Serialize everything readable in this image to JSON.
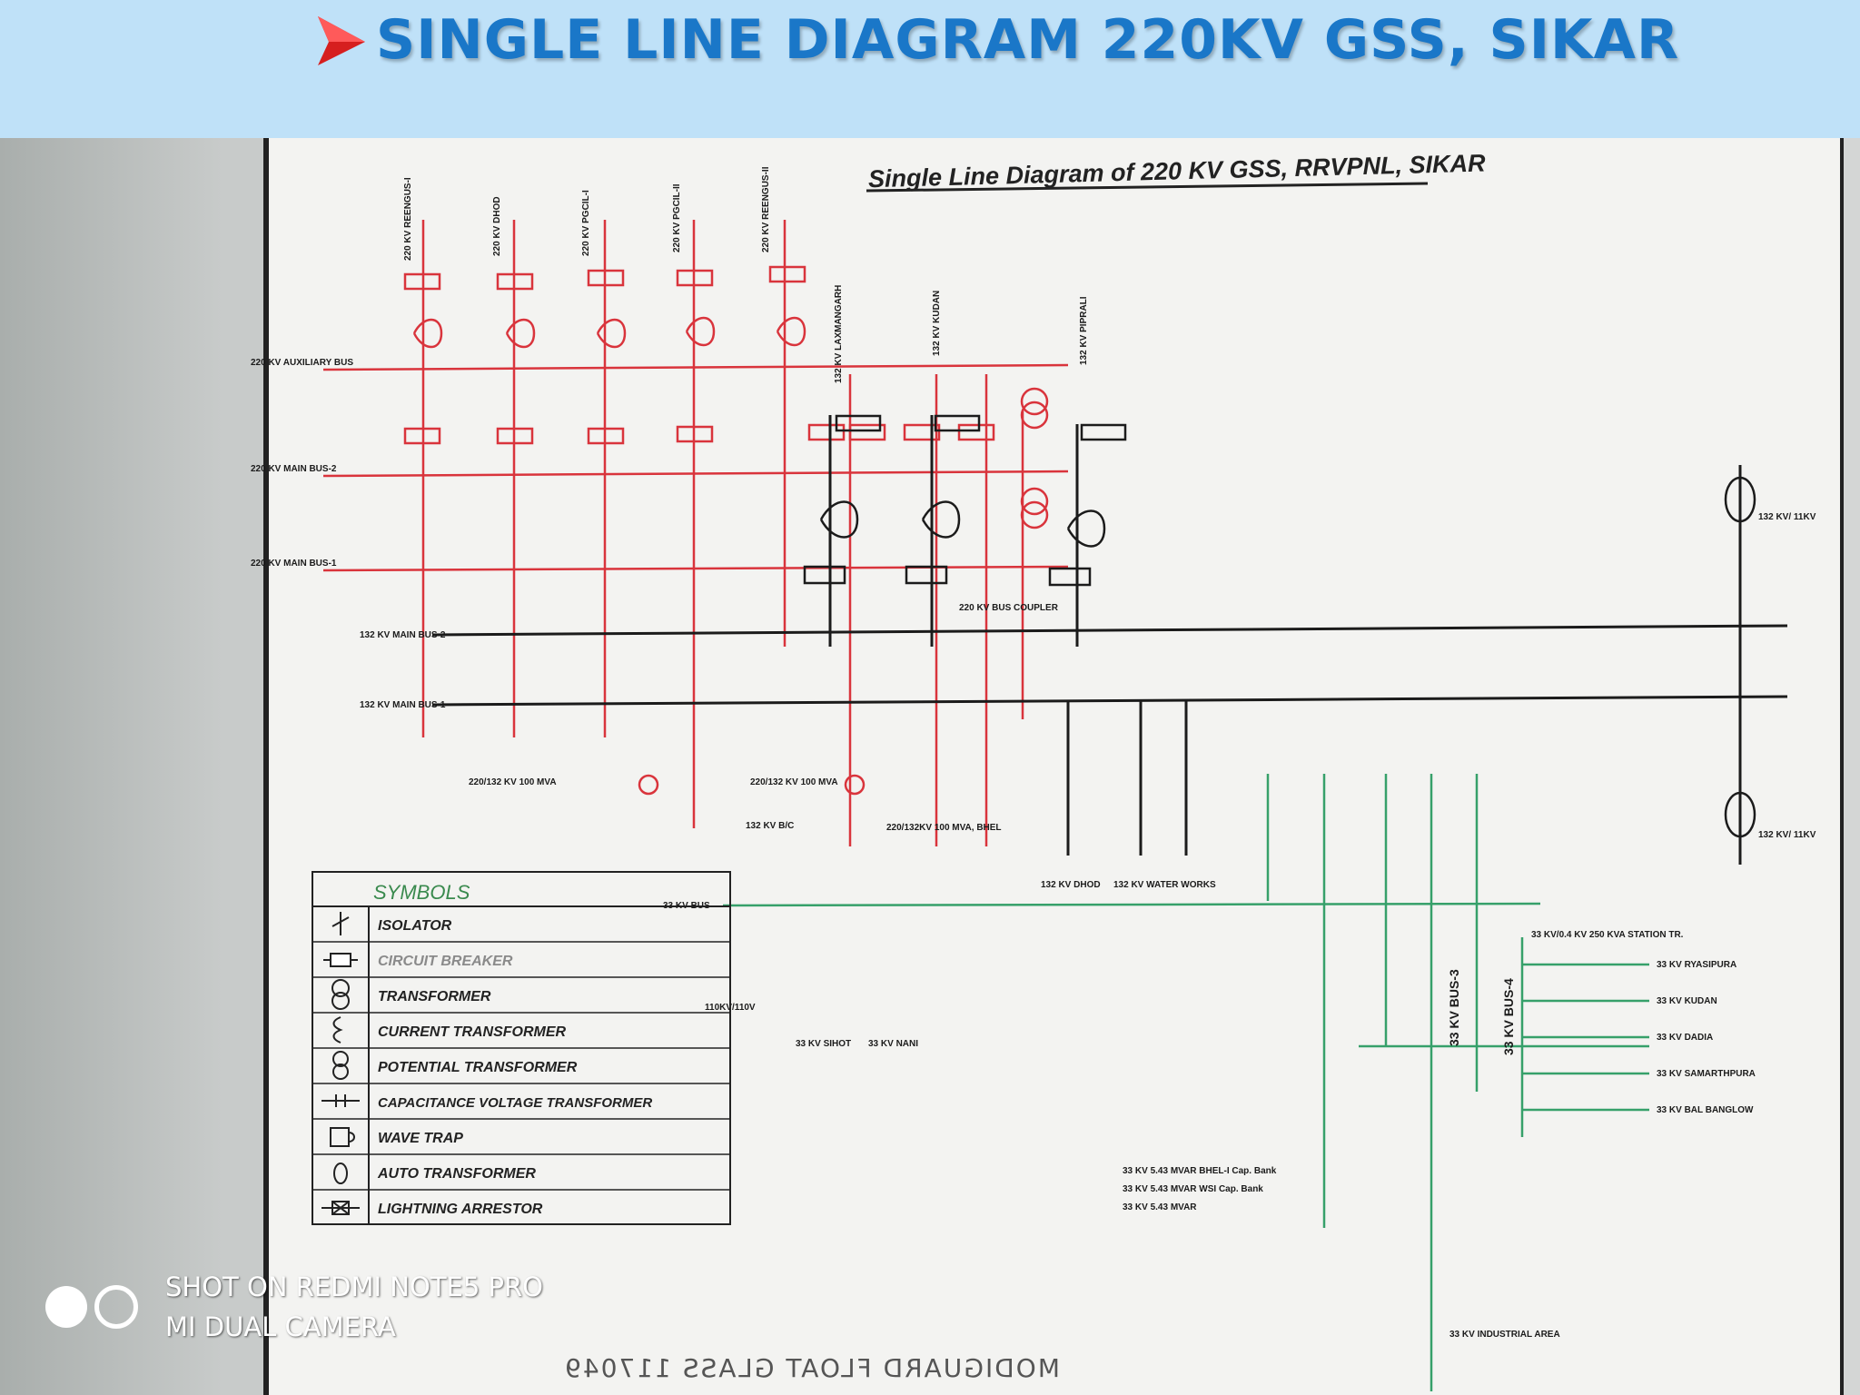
{
  "header": {
    "title": "SINGLE LINE DIAGRAM 220KV GSS, SIKAR",
    "title_color": "#1a77c8",
    "arrow_color": "#d61f1f",
    "background": "#bfe1f8"
  },
  "diagram": {
    "title": "Single Line Diagram of 220 KV GSS, RRVPNL, SIKAR",
    "feeders_220kv": [
      "220 KV REENGUS-I",
      "220 KV DHOD",
      "220 KV PGCIL-I",
      "220 KV PGCIL-II",
      "220 KV REENGUS-II"
    ],
    "feeders_132kv": [
      "132 KV LAXMANGARH",
      "132 KV KUDAN",
      "132 KV PIPRALI"
    ],
    "bus_labels": {
      "aux_bus": "220 KV AUXILIARY BUS",
      "main_bus_2": "220 KV MAIN BUS-2",
      "main_bus_1": "220 KV MAIN BUS-1",
      "bus_132_2": "132 KV MAIN BUS-2",
      "bus_132_1": "132 KV MAIN BUS-1",
      "bus_33": "33 KV BUS",
      "bus_33_3": "33 KV BUS-3",
      "bus_33_4": "33 KV BUS-4"
    },
    "bus_coupler": "220 KV BUS COUPLER",
    "outgoing_132": [
      "132 KV DHOD",
      "132 KV WATER WORKS",
      "132 KV B/C"
    ],
    "outgoing_33": [
      "33 KV SIHOT",
      "33 KV NANI"
    ],
    "transformer_labels": [
      "220/132 KV 100 MVA",
      "220/132 KV 100 MVA",
      "220/132KV 100 MVA, BHEL"
    ],
    "station_tr": "33 KV/0.4 KV 250 KVA STATION TR.",
    "cap_banks": [
      "33 KV 5.43 MVAR BHEL-I Cap. Bank",
      "33 KV 5.43 MVAR WSI Cap. Bank",
      "33 KV 5.43 MVAR"
    ],
    "right_feeders": [
      "33 KV RYASIPURA",
      "33 KV KUDAN",
      "33 KV DADIA",
      "33 KV SAMARTHPURA",
      "33 KV BAL BANGLOW"
    ],
    "misc_labels": {
      "pt_110": "110KV/110V",
      "industrial": "33 KV INDUSTRIAL AREA",
      "tx_132_a": "132 KV/ 11KV",
      "tx_132_b": "132 KV/ 11KV"
    },
    "colors": {
      "red": "#d9343c",
      "black": "#1b1b1b",
      "green": "#36a06a"
    }
  },
  "legend": {
    "title": "SYMBOLS",
    "items": [
      {
        "icon": "isolator-icon",
        "label": "ISOLATOR"
      },
      {
        "icon": "circuit-breaker-icon",
        "label": "CIRCUIT BREAKER"
      },
      {
        "icon": "transformer-icon",
        "label": "TRANSFORMER"
      },
      {
        "icon": "current-transformer-icon",
        "label": "CURRENT TRANSFORMER"
      },
      {
        "icon": "potential-transformer-icon",
        "label": "POTENTIAL TRANSFORMER"
      },
      {
        "icon": "cvt-icon",
        "label": "CAPACITANCE VOLTAGE TRANSFORMER"
      },
      {
        "icon": "wave-trap-icon",
        "label": "WAVE TRAP"
      },
      {
        "icon": "auto-transformer-icon",
        "label": "AUTO TRANSFORMER"
      },
      {
        "icon": "lightning-arrestor-icon",
        "label": "LIGHTNING ARRESTOR"
      }
    ]
  },
  "photo": {
    "camera_line1": "SHOT ON REDMI NOTE5 PRO",
    "camera_line2": "MI DUAL CAMERA",
    "glass_mark": "MODIGUARD FLOAT GLASS 117049"
  }
}
